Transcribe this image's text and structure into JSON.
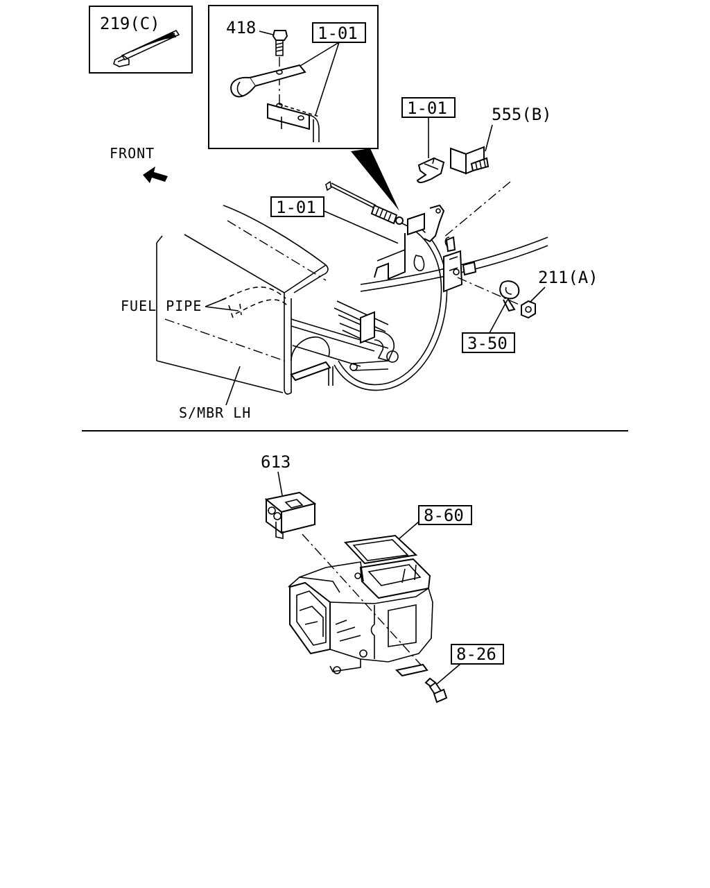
{
  "callouts": {
    "tie_219c": "219(C)",
    "bolt_418": "418",
    "ref_1_01_inset": "1-01",
    "ref_1_01_clip": "1-01",
    "clip_555b": "555(B)",
    "ref_1_01_cable": "1-01",
    "nut_211a": "211(A)",
    "ref_3_50": "3-50",
    "part_613": "613",
    "ref_8_60": "8-60",
    "ref_8_26": "8-26"
  },
  "labels": {
    "front": "FRONT",
    "fuel_pipe": "FUEL PIPE",
    "side_member": "S/MBR LH"
  }
}
